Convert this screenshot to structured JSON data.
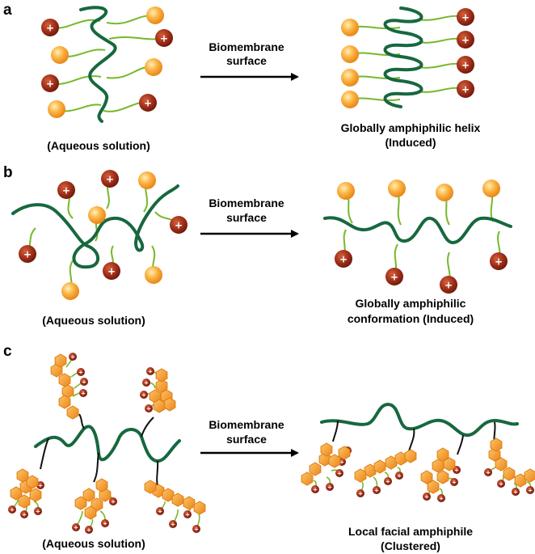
{
  "colors": {
    "backbone": "#17683f",
    "sidechain": "#76b82a",
    "linker": "#111111",
    "cation_outer": "#7a1c0c",
    "cation_inner": "#c24a2a",
    "hydrophobe_outer": "#ec8a18",
    "hydrophobe_inner": "#fdd88a",
    "arrow": "#000000"
  },
  "icons": {
    "cation": "red-sphere-with-plus-icon",
    "hydrophobe": "orange-sphere-icon",
    "aromatic": "orange-hexagon-icon"
  },
  "panels": [
    {
      "letter": "a",
      "arrow_label": [
        "Biomembrane",
        "surface"
      ],
      "left_caption": [
        "(Aqueous solution)"
      ],
      "right_caption": [
        "Globally amphiphilic helix",
        "(Induced)"
      ]
    },
    {
      "letter": "b",
      "arrow_label": [
        "Biomembrane",
        "surface"
      ],
      "left_caption": [
        "(Aqueous solution)"
      ],
      "right_caption": [
        "Globally amphiphilic",
        "conformation (Induced)"
      ]
    },
    {
      "letter": "c",
      "arrow_label": [
        "Biomembrane",
        "surface"
      ],
      "left_caption": [
        "(Aqueous solution)"
      ],
      "right_caption": [
        "Local facial amphiphile",
        "(Clustered)"
      ]
    }
  ],
  "charge_symbol": "+"
}
